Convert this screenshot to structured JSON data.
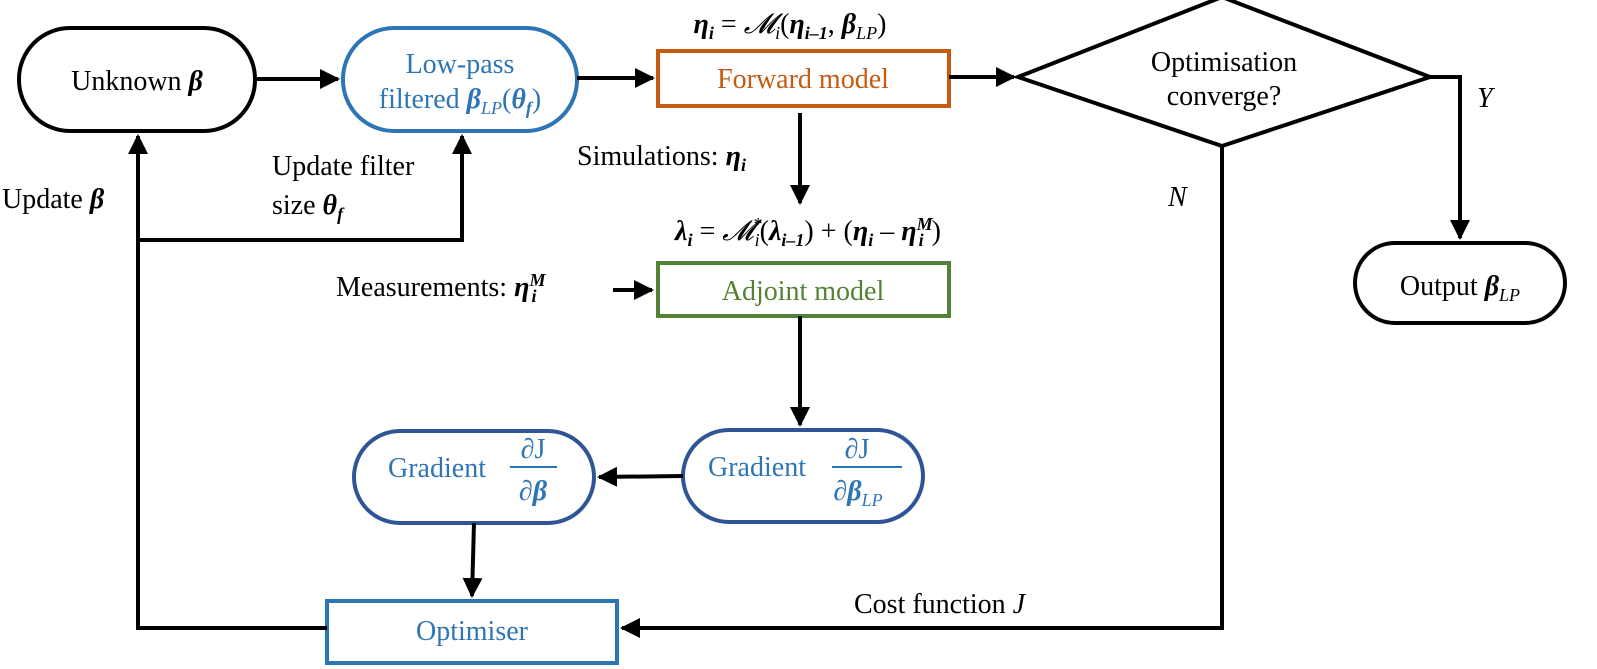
{
  "colors": {
    "black": "#000000",
    "light_blue": "#2e75b6",
    "orange": "#c55a11",
    "green": "#548235",
    "navy": "#2f5597"
  },
  "nodes": {
    "unknown_beta": {
      "text": "Unknown ",
      "symbol": "β"
    },
    "low_pass": {
      "line1": "Low-pass",
      "line2": "filtered ",
      "symbol": "β",
      "sub": "LP",
      "paren_open": "(",
      "theta": "θ",
      "theta_sub": "f",
      "paren_close": ")"
    },
    "forward_model": {
      "text": "Forward model"
    },
    "decision": {
      "line1": "Optimisation",
      "line2": "converge?"
    },
    "output": {
      "text": "Output ",
      "symbol": "β",
      "sub": "LP"
    },
    "adjoint_model": {
      "text": "Adjoint model"
    },
    "gradient_lp": {
      "text": "Gradient",
      "num": "∂J",
      "den": "∂β",
      "den_sub": "LP"
    },
    "gradient_beta": {
      "text": "Gradient",
      "num": "∂J",
      "den": "∂β"
    },
    "optimiser": {
      "text": "Optimiser"
    }
  },
  "labels": {
    "forward_eq": "ηᵢ = 𝓜ᵢ(ηᵢ₋₁, β_LP)",
    "forward_eq_parts": {
      "lhs": "η",
      "lhs_sub": "i",
      "eq": " = ",
      "M": "𝓜",
      "M_sub": "i",
      "open": "(",
      "eta": "η",
      "eta_sub": "i–1",
      "comma": ", ",
      "beta": "β",
      "beta_sub": "LP",
      "close": ")"
    },
    "adjoint_eq_parts": {
      "lhs": "λ",
      "lhs_sub": "i",
      "eq": " = ",
      "M": "𝓜",
      "M_sup": "*",
      "M_sub": "i",
      "open": "(",
      "lam": "λ",
      "lam_sub": "i–1",
      "close": ")",
      "plus": " + (",
      "eta": "η",
      "eta_sub": "i",
      "minus": " – ",
      "eta2": "η",
      "eta2_sub": "i",
      "eta2_sup": "M",
      "close2": ")"
    },
    "simulations": {
      "text": "Simulations: ",
      "symbol": "η",
      "sub": "i"
    },
    "measurements": {
      "text": "Measurements: ",
      "symbol": "η",
      "sub": "i",
      "sup": "M"
    },
    "update_beta": {
      "text": "Update ",
      "symbol": "β"
    },
    "update_filter": {
      "line1": "Update filter",
      "line2": "size ",
      "symbol": "θ",
      "sub": "f"
    },
    "yes": "Y",
    "no": "N",
    "cost_function": {
      "text": "Cost function ",
      "symbol": "J"
    }
  }
}
